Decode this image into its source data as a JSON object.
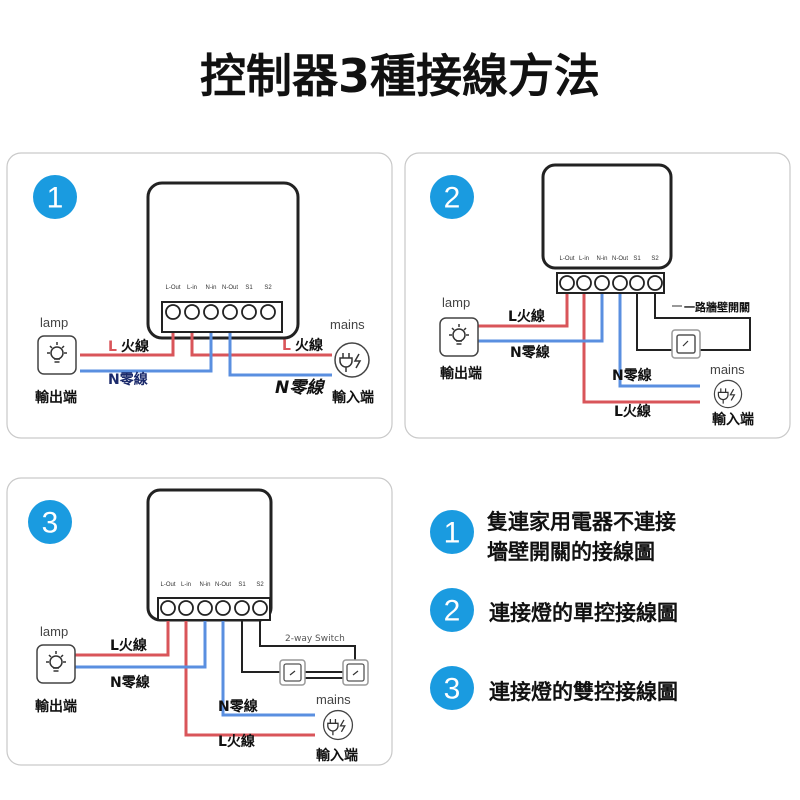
{
  "title": "控制器3種接線方法",
  "terminals": [
    "L-Out",
    "L-in",
    "N-in",
    "N-Out",
    "S1",
    "S2"
  ],
  "labels": {
    "lamp": "lamp",
    "mains": "mains",
    "output_end": "輸出端",
    "input_end": "輸入端",
    "live_wire": "火線",
    "live_prefix": "L",
    "live_full": "L火線",
    "neutral_wire": "N零線",
    "one_way_switch": "一路牆壁開關",
    "two_way_switch": "2-way Switch"
  },
  "panels": [
    {
      "number": "1"
    },
    {
      "number": "2"
    },
    {
      "number": "3"
    }
  ],
  "legend": [
    {
      "number": "1",
      "line1": "隻連家用電器不連接",
      "line2": "墻壁開關的接線圖"
    },
    {
      "number": "2",
      "line1": "連接燈的單控接線圖"
    },
    {
      "number": "3",
      "line1": "連接燈的雙控接線圖"
    }
  ],
  "colors": {
    "accent": "#1a9be0",
    "live": "#d9555a",
    "neutral": "#5a8fe0"
  }
}
